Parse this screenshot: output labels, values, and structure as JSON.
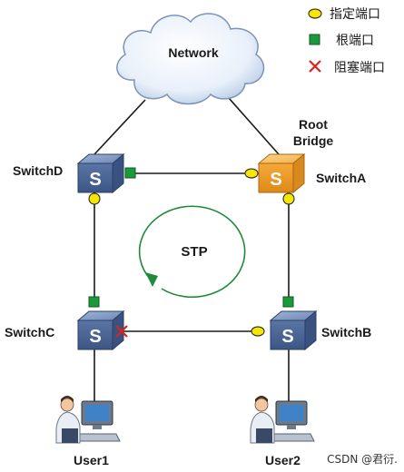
{
  "network": {
    "label": "Network"
  },
  "legend": {
    "designated": {
      "label": "指定端口",
      "color": "#f7e600"
    },
    "root": {
      "label": "根端口",
      "color": "#1a9a3a"
    },
    "blocked": {
      "label": "阻塞端口",
      "color": "#e0201a"
    }
  },
  "switches": {
    "a": {
      "label": "SwitchA",
      "glyph": "S",
      "color": "#f0a030"
    },
    "b": {
      "label": "SwitchB",
      "glyph": "S",
      "color": "#4a6a98"
    },
    "c": {
      "label": "SwitchC",
      "glyph": "S",
      "color": "#4a6a98"
    },
    "d": {
      "label": "SwitchD",
      "glyph": "S",
      "color": "#4a6a98"
    }
  },
  "root_bridge": {
    "line1": "Root",
    "line2": "Bridge"
  },
  "stp": {
    "label": "STP"
  },
  "users": {
    "user1": "User1",
    "user2": "User2"
  },
  "watermark": "CSDN @君衍."
}
